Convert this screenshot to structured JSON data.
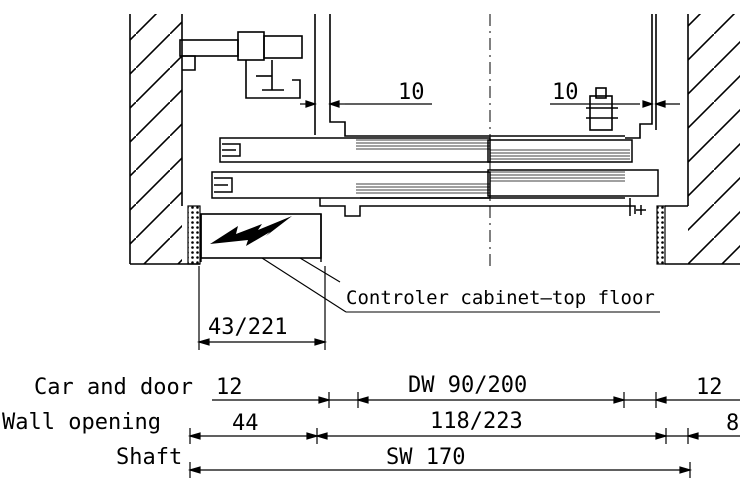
{
  "dims": {
    "gap_left": "10",
    "gap_right": "10",
    "cabinet_width": "43/221"
  },
  "annotation": "Controler cabinet–top floor",
  "rows": {
    "car_and_door": {
      "label": "Car and door",
      "left": "12",
      "middle": "DW 90/200",
      "right": "12"
    },
    "wall_opening": {
      "label": "Wall opening",
      "left": "44",
      "middle": "118/223",
      "right": "8"
    },
    "shaft": {
      "label": "Shaft",
      "middle": "SW 170"
    }
  },
  "colors": {
    "line": "#000000",
    "background": "#ffffff"
  }
}
